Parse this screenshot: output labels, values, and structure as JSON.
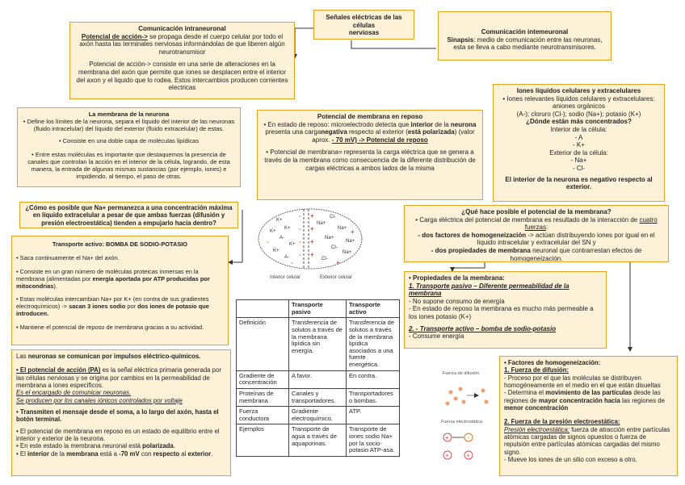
{
  "title": {
    "l1": "Señales eléctricas de las células",
    "l2": "nerviosas"
  },
  "intra": {
    "title": "Comunicación intraneuronal",
    "p1_lead": "Potencial de acción->",
    "p1_rest": " se propaga desde el cuerpo celular por todo el axón hasta las terminales nerviosas informándolas de que liberen algún neurotransmisor",
    "p2": "Potencial de acción-> consiste en una serie de alteraciones en la membrana del axón que permite que iones se desplacen entre el interior del axon y el liquido que lo rodea. Estos intercambios producen corrientes electricas"
  },
  "inter": {
    "title": "Comunicación intemeuronal",
    "lead": "Sinapsis",
    "rest": ": medio de comunicación entre las neuronas, esta se lleva a cabo mediante neurotransmisores."
  },
  "iones": {
    "title": "Iones líquidos celulares y extracelulares",
    "l1": "• Iones relevantes líquidos celulares y extracelulares:",
    "l2": "aniones orgánicos",
    "l3": "(A-); cloruro (Cl-); sodio (Na+); potasio (K+)",
    "q": "¿Dónde están más concentrados?",
    "int": "Interior de la célula:",
    "i1": "- A",
    "i2": "- K+",
    "ext": "Exterior de la célula:",
    "e1": "- Na+",
    "e2": "- Cl-",
    "final": "El interior de la neurona es negativo respecto al exterior."
  },
  "membrana": {
    "title": "La membrana de la neurona",
    "b1": "• Define los límites de la neurona, separa el líquido del interior de las neuronas (fluido intracelular) del líquido del exterior (fluido extracelular) de estas.",
    "b2": "• Consiste en una doble capa de moléculas lipídicas",
    "b3": "• Entre estas moléculas es importante que destaquemos la presencia de canales que controlan la acción en el interior de la célula, logrando, de esta manera, la entrada de algunas mismas sustancias (por ejemplo, iones) e impidiendo, al tiempo, el paso de otras."
  },
  "reposo": {
    "title": "Potencial de membrana en reposo",
    "b1a": "• En estado de reposo: microelectrodo detecta que ",
    "b1b": "interior",
    "b1c": " de la ",
    "b1d": "neurona",
    "b1e": " presenta una carga",
    "b1f": "negativa",
    "b1g": " respecto al exterior (",
    "b1h": "está polarizada",
    "b1i": ") (valor aprox. ",
    "b1j": "- 70 mV) -> Potencial de reposo",
    "b2": "• Potencial de membrana= representa la carga eléctrica que se genera a través de la membrana como consecuencia de la diferente distribución de cargas eléctricas a ambos lados de la misma"
  },
  "question": "¿Cómo es posible que Na+ permanezca a una concentración máxima en líquido extracelular a pesar de que ambas fuerzas (difusión y presión electroestática) tienden a empujarlo hacia dentro?",
  "bomba": {
    "title": "Transporte activo: BOMBA DE SODIO-POTASIO",
    "b1": "• Saca continuamente el Na+ del axón.",
    "b2a": "• Consiste en un gran número de moléculas proteicas inmersas en la membrana (alimentadas por ",
    "b2b": "energía aportada por ATP producidas por mitocondrias",
    "b2c": ").",
    "b3a": "• Estas moléculas intercambian Na+ por K+ (en contra de sus gradientes electroquímicos) -> ",
    "b3b": "sacan 3 iones sodio",
    "b3c": " por ",
    "b3d": "dos iones de potasio que introducen.",
    "b4": "• Mantiene el potencial de reposo de membrana gracias a su actividad."
  },
  "diagram": {
    "interior": "Interior celular",
    "exterior": "Exterior celular"
  },
  "hace": {
    "title": "¿Qué hace posible el potencial de la membrana?",
    "b1a": "• Carga eléctrica del potencial de membrana es resultado de la interacción de ",
    "b1b": "cuatro fuerzas",
    "b1c": ":",
    "d1a": "- dos factores de homogeneización",
    "d1b": " -> actúan distribuyendo iones por igual en el líquido intracelular y extracelular del SN y",
    "d2a": "- dos propiedades de membrana",
    "d2b": " neuronal que contrarrestan efectos de homogeneización."
  },
  "propiedades": {
    "title": "• Propiedades de la membrana:",
    "h1": "1. Transporte pasivo – Diferente permeabilidad de la membrana",
    "p1": "- No supone consumo de energía",
    "p2": "- En estado de reposo la membrana es mucho más permeable a los iones potasio (K+)",
    "h2": "2. - Transporte activo – bomba de sodio-potasio",
    "p3": "- Consume energía"
  },
  "table": {
    "headers": [
      "",
      "Transporte pasivo",
      "Transporte activo"
    ],
    "rows": [
      [
        "Definición",
        "Transferencia de solutos a través de la membrana lipídica sin energía.",
        "Transferencia de solutos a través de la membrana lipídica asociados a una fuente energética."
      ],
      [
        "Gradiente de concentración",
        "A favor.",
        "En contra."
      ],
      [
        "Proteínas de membrana",
        "Canales y transportadores.",
        "Transportadores o bombas."
      ],
      [
        "Fuerza conductora",
        "Gradiente electroquímico.",
        "ATP."
      ],
      [
        "Ejemplos",
        "Transporte de agua a través de aquaporinas.",
        "Transporte de iones sodio Na+ por la socio-potasio ATP-asa."
      ]
    ]
  },
  "comunican": {
    "title_a": "Las ",
    "title_b": "neuronas se comunican por impulsos eléctrico-químicos.",
    "p1a": "• El potencial de acción (PA)",
    "p1b": " es la señal eléctrica primaria generada por las células nerviosas y se origina por cambios en la permeabilidad de membrana a iones específicos.",
    "p1c": "Es el encargado de comunicar neuronas.",
    "p1d": "Se producen por los canales iónicos controlados por voltaje",
    "p2": "• Transmiten el mensaje desde el soma, a lo largo del axón, hasta el botón terminal.",
    "p3": "• El potencial de membrana en reposo es un estado de equilibrio entre el interior y exterior de la neurona.",
    "p4a": "• En este estado la membrana neuronal está ",
    "p4b": "polarizada",
    "p4c": ".",
    "p5a": "• El ",
    "p5b": "interior",
    "p5c": " de la ",
    "p5d": "membrana",
    "p5e": " está a ",
    "p5f": "-70 mV",
    "p5g": " con ",
    "p5h": "respecto",
    "p5i": " al ",
    "p5j": "exterior",
    "p5k": "."
  },
  "fig": {
    "difusion": "Fuerza de difusión",
    "electro": "Fuerza electrostática"
  },
  "factores": {
    "title": "• Factores de homogeneización:",
    "h1": "1. Fuerza de difusión:",
    "p1": "- Proceso por el que las moléculas se distribuyen homogéneamente en el medio en el que están disueltas",
    "p2a": "- Determina el ",
    "p2b": "movimiento de las partículas",
    "p2c": " desde las regiones de ",
    "p2d": "mayor concentración hacia",
    "p2e": " las regiones de ",
    "p2f": "menor concentración",
    "h2": "2. Fuerza de la presión electroestática:",
    "p3a": "Presión electroestática:",
    "p3b": " fuerza de atracción entre partículas atómicas cargadas de signos opuestos o fuerza de repulsión entre partículas atómicas cargadas del mismo signo.",
    "p4": "- Mueve los iones de un sitio con exceso a otro."
  },
  "colors": {
    "box_bg": "#fdf1d8",
    "box_border": "#e6a21c",
    "plus": "#d9534f",
    "minus": "#e07020"
  }
}
